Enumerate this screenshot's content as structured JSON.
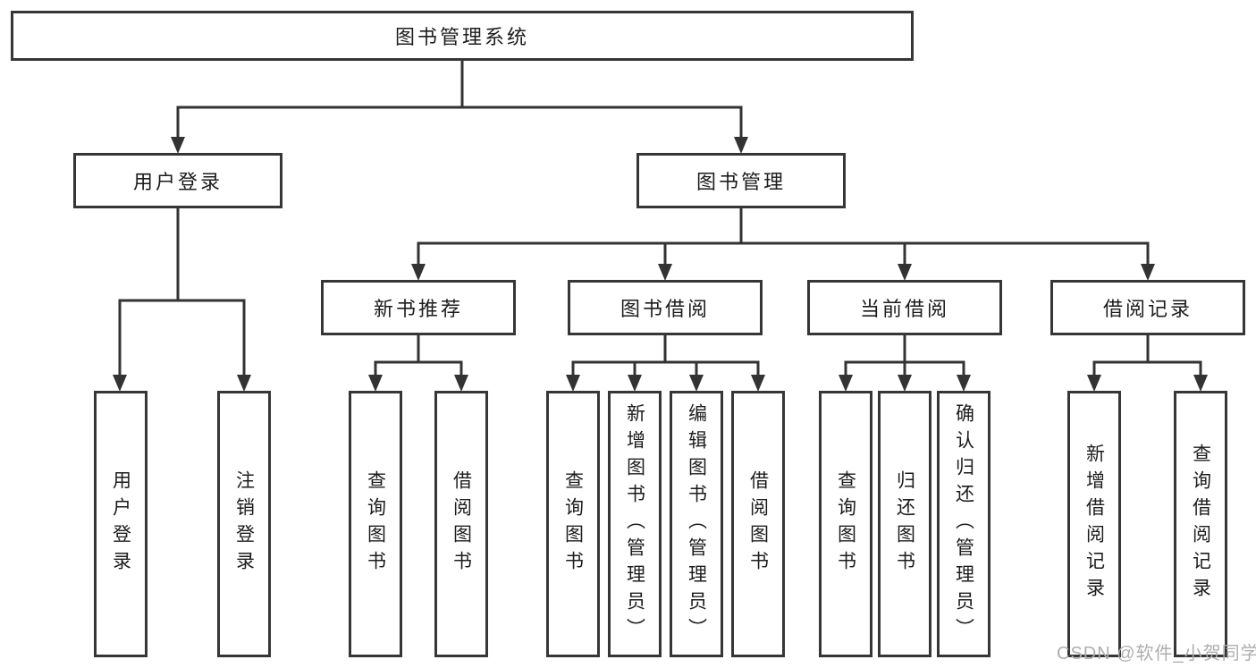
{
  "tree": {
    "label": "图书管理系统",
    "children": [
      {
        "label": "用户登录",
        "children": [
          {
            "label": "用户登录"
          },
          {
            "label": "注销登录"
          }
        ]
      },
      {
        "label": "图书管理",
        "children": [
          {
            "label": "新书推荐",
            "children": [
              {
                "label": "查询图书"
              },
              {
                "label": "借阅图书"
              }
            ]
          },
          {
            "label": "图书借阅",
            "children": [
              {
                "label": "查询图书"
              },
              {
                "label": "新增图书（管理员）"
              },
              {
                "label": "编辑图书（管理员）"
              },
              {
                "label": "借阅图书"
              }
            ]
          },
          {
            "label": "当前借阅",
            "children": [
              {
                "label": "查询图书"
              },
              {
                "label": "归还图书"
              },
              {
                "label": "确认归还（管理员）"
              }
            ]
          },
          {
            "label": "借阅记录",
            "children": [
              {
                "label": "新增借阅记录"
              },
              {
                "label": "查询借阅记录"
              }
            ]
          }
        ]
      }
    ]
  },
  "watermark": {
    "text": "CSDN @软件_小贺同学"
  },
  "colors": {
    "line": "#333333",
    "box_border": "#363636",
    "text": "#1c1c1c",
    "watermark": "#aeaeae",
    "background": "#ffffff"
  }
}
